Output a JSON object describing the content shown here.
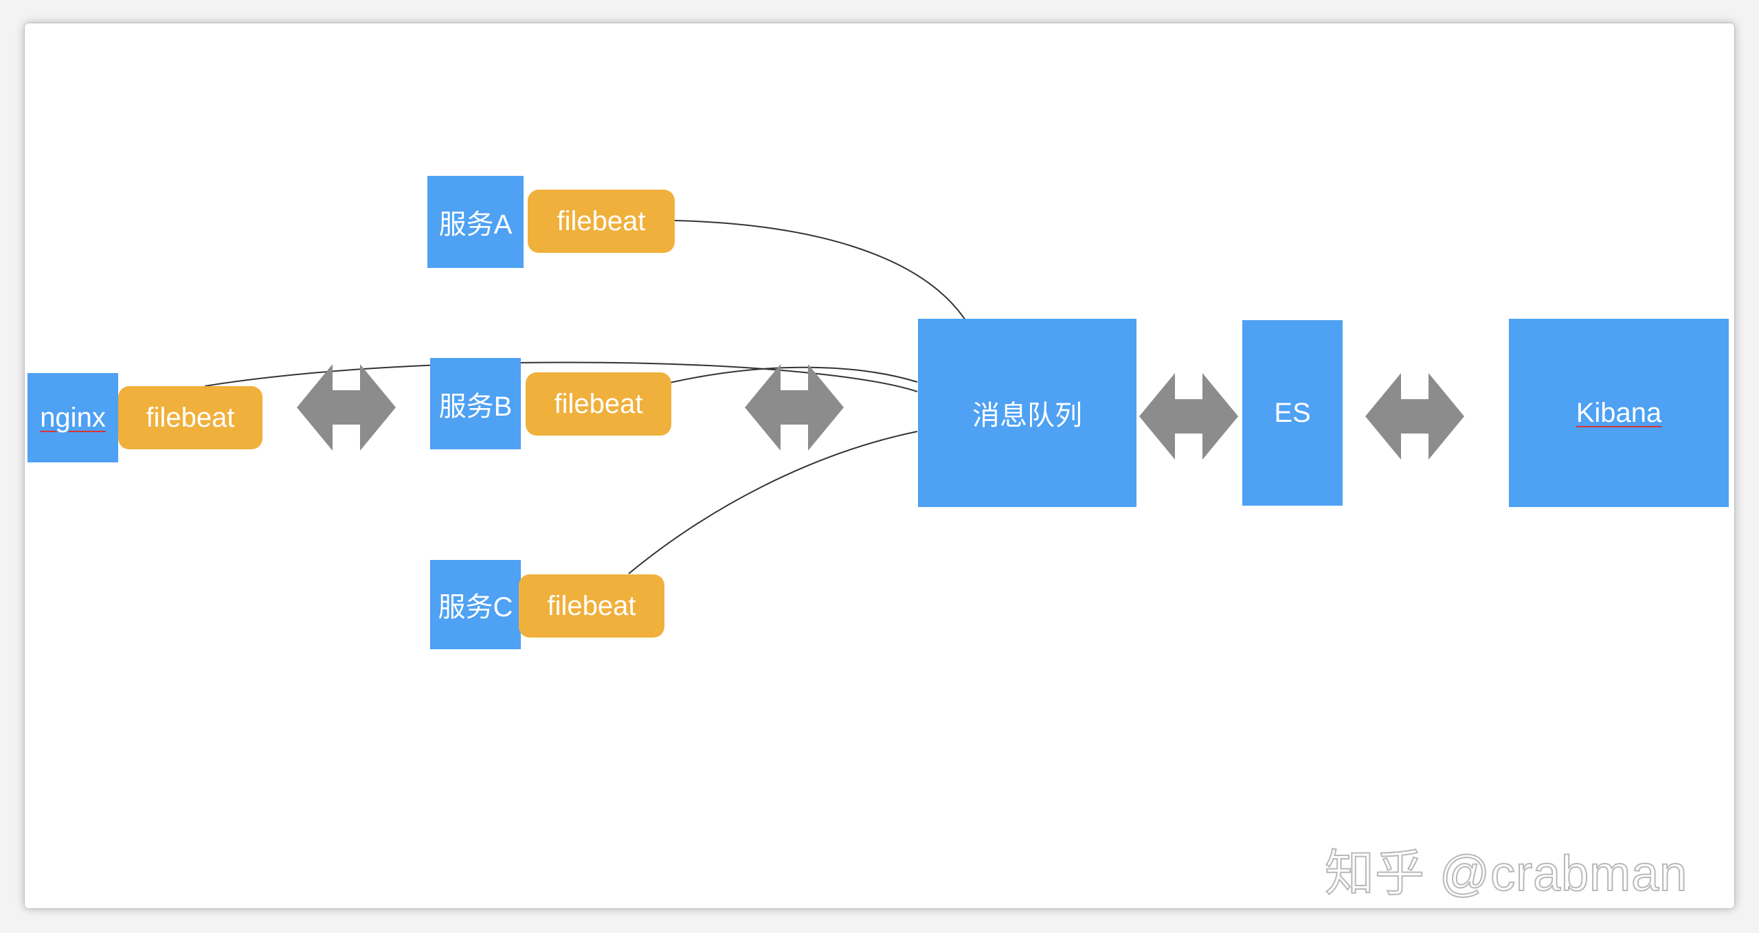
{
  "diagram": {
    "nodes": {
      "nginx": "nginx",
      "service_a": "服务A",
      "service_b": "服务B",
      "service_c": "服务C",
      "queue": "消息队列",
      "es": "ES",
      "kibana": "Kibana"
    },
    "filebeat_label": "filebeat",
    "colors": {
      "node": "#4ea1f3",
      "filebeat": "#f0b03c",
      "arrow": "#8c8c8c",
      "line": "#333333"
    },
    "edges": [
      {
        "from": "service_a.filebeat",
        "to": "queue"
      },
      {
        "from": "nginx.filebeat",
        "to": "queue"
      },
      {
        "from": "service_b.filebeat",
        "to": "queue"
      },
      {
        "from": "service_c.filebeat",
        "to": "queue"
      }
    ],
    "double_arrows": [
      {
        "between": [
          "nginx",
          "service_b"
        ]
      },
      {
        "between": [
          "service_b",
          "queue"
        ]
      },
      {
        "between": [
          "queue",
          "es"
        ]
      },
      {
        "between": [
          "es",
          "kibana"
        ]
      }
    ]
  },
  "watermark": "知乎 @crabman"
}
